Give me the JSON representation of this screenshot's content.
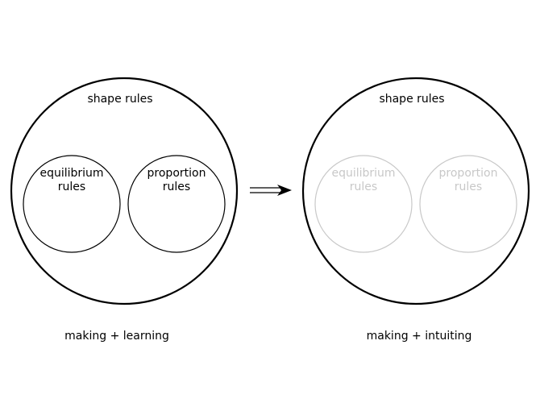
{
  "left": {
    "outer_label": "shape rules",
    "inner_left": {
      "line1": "equilibrium",
      "line2": "rules"
    },
    "inner_right": {
      "line1": "proportion",
      "line2": "rules"
    },
    "caption": "making + learning"
  },
  "right": {
    "outer_label": "shape rules",
    "inner_left": {
      "line1": "equilibrium",
      "line2": "rules"
    },
    "inner_right": {
      "line1": "proportion",
      "line2": "rules"
    },
    "caption": "making + intuiting"
  },
  "colors": {
    "stroke": "#000000",
    "faded": "#c8c8c8",
    "background": "#ffffff"
  }
}
